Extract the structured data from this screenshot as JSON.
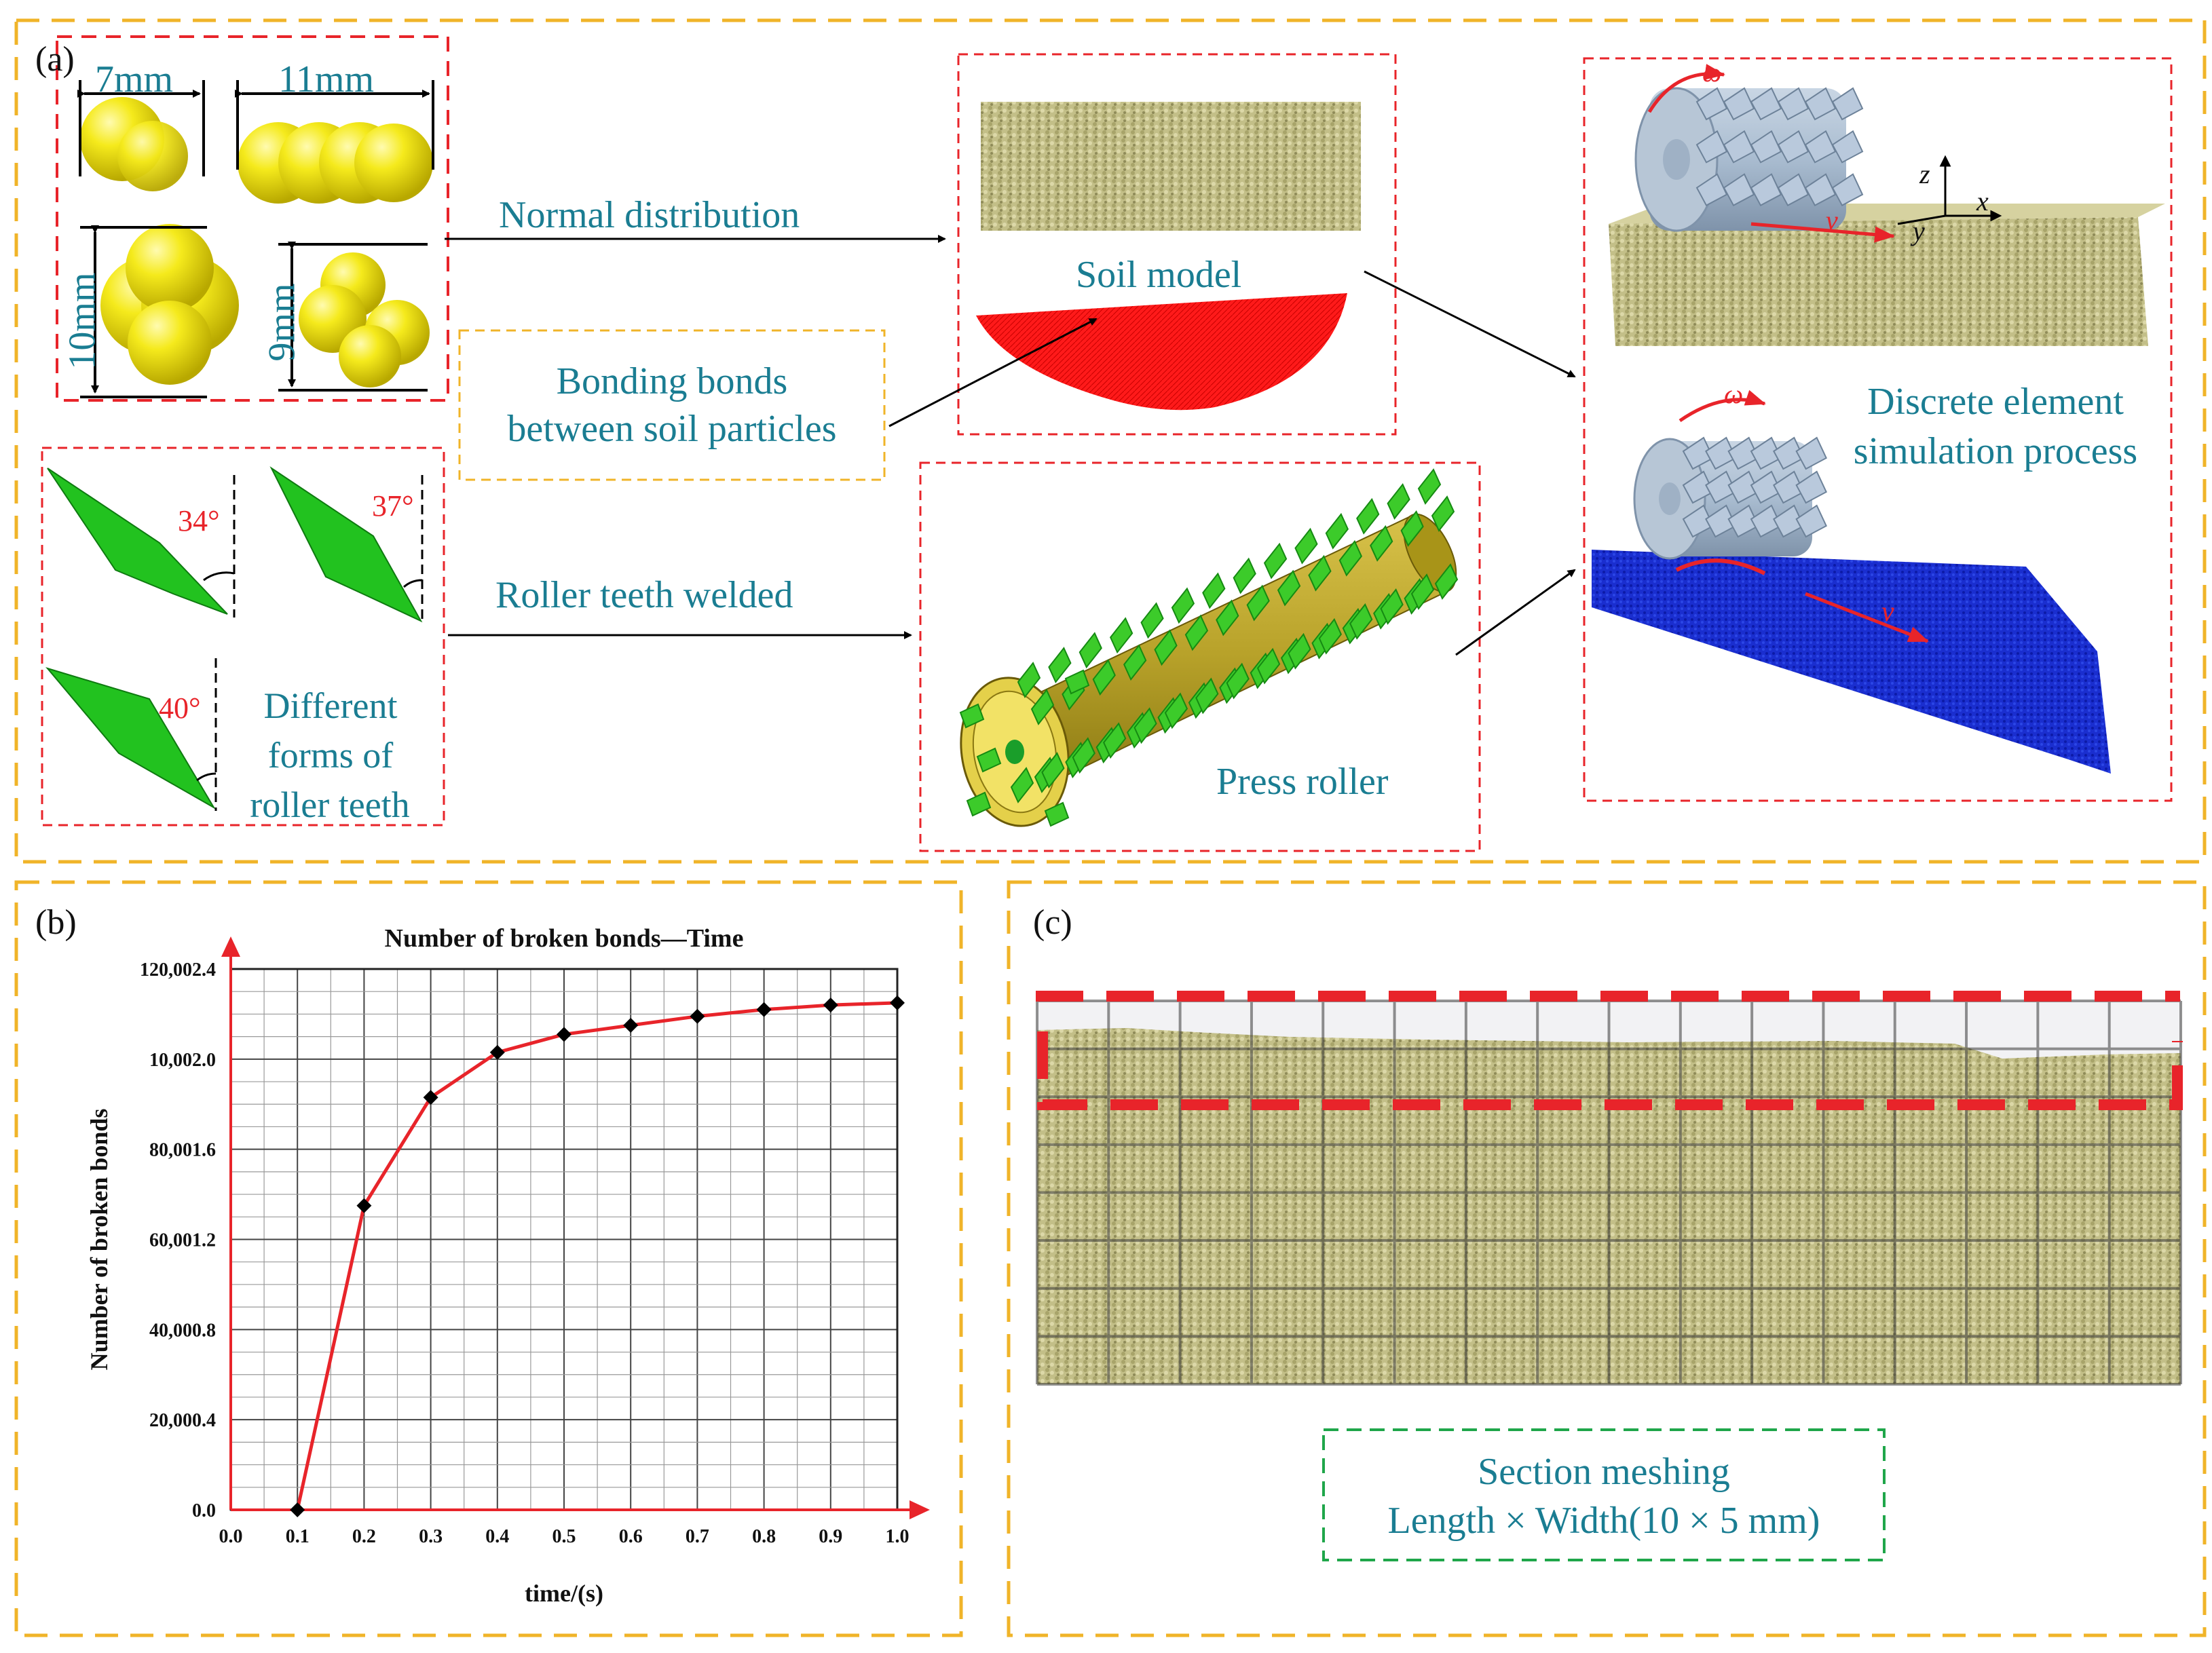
{
  "panel_a": {
    "label": "(a)",
    "dims": {
      "d1": "7mm",
      "d2": "11mm",
      "d3": "10mm",
      "d4": "9mm"
    },
    "tooth_angles": [
      "34°",
      "37°",
      "40°"
    ],
    "teeth_caption": [
      "Different",
      "forms of",
      "roller teeth"
    ],
    "arrow_normal": "Normal distribution",
    "bonding": [
      "Bonding bonds",
      "between soil particles"
    ],
    "soil_model": "Soil model",
    "arrow_teeth": "Roller teeth welded",
    "press_roller": "Press roller",
    "dem": [
      "Discrete element",
      "simulation process"
    ],
    "symbols": {
      "omega": "ω",
      "v": "v",
      "x": "x",
      "y": "y",
      "z": "z"
    }
  },
  "panel_b": {
    "label": "(b)"
  },
  "panel_c": {
    "label": "(c)",
    "caption": [
      "Section meshing",
      "Length × Width(10 × 5 mm)"
    ]
  },
  "colors": {
    "frame": "#f0b429",
    "red": "#e8242a",
    "teal": "#1a7d92",
    "green": "#1fa64a",
    "soil": "#c8c48e",
    "blue": "#1a2ecf",
    "yellow": "#f2ea1a"
  },
  "chart_data": {
    "type": "line",
    "title": "Number of broken bonds—Time",
    "xlabel": "time/(s)",
    "ylabel": "Number of broken bonds",
    "xlim": [
      0.0,
      1.0
    ],
    "ylim": [
      0.0,
      120002.4
    ],
    "xticks": [
      "0.0",
      "0.1",
      "0.2",
      "0.3",
      "0.4",
      "0.5",
      "0.6",
      "0.7",
      "0.8",
      "0.9",
      "1.0"
    ],
    "yticks": [
      "0.0",
      "20,000.4",
      "40,000.8",
      "60,001.2",
      "80,001.6",
      "10,002.0",
      "120,002.4"
    ],
    "x": [
      0.1,
      0.2,
      0.3,
      0.4,
      0.5,
      0.6,
      0.7,
      0.8,
      0.9,
      1.0
    ],
    "series": [
      {
        "values": [
          0,
          67500,
          91500,
          101500,
          105500,
          107500,
          109500,
          111000,
          112000,
          112500
        ]
      }
    ],
    "grid": true,
    "line_color": "#e8242a"
  }
}
